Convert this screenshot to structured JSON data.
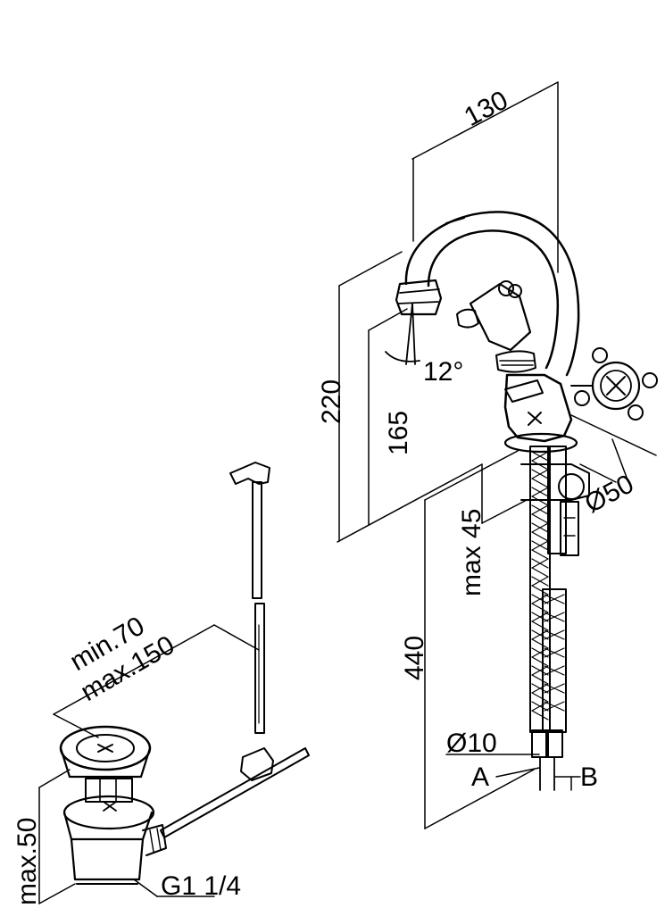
{
  "drawing": {
    "stroke_color": "#000000",
    "background": "#ffffff",
    "faucet": {
      "spout_width_label": "130",
      "total_height_label": "220",
      "spout_height_label": "165",
      "spout_angle_label": "12°",
      "base_diameter_label": "Ø50",
      "max_deck_thickness_label": "max 45",
      "hose_length_label": "440",
      "hose_diameter_label": "Ø10",
      "hose_a_label": "A",
      "hose_b_label": "B"
    },
    "waste": {
      "rod_min_label": "min.70",
      "rod_max_label": "max.150",
      "max_height_label": "max.50",
      "thread_label": "G1 1/4"
    }
  }
}
